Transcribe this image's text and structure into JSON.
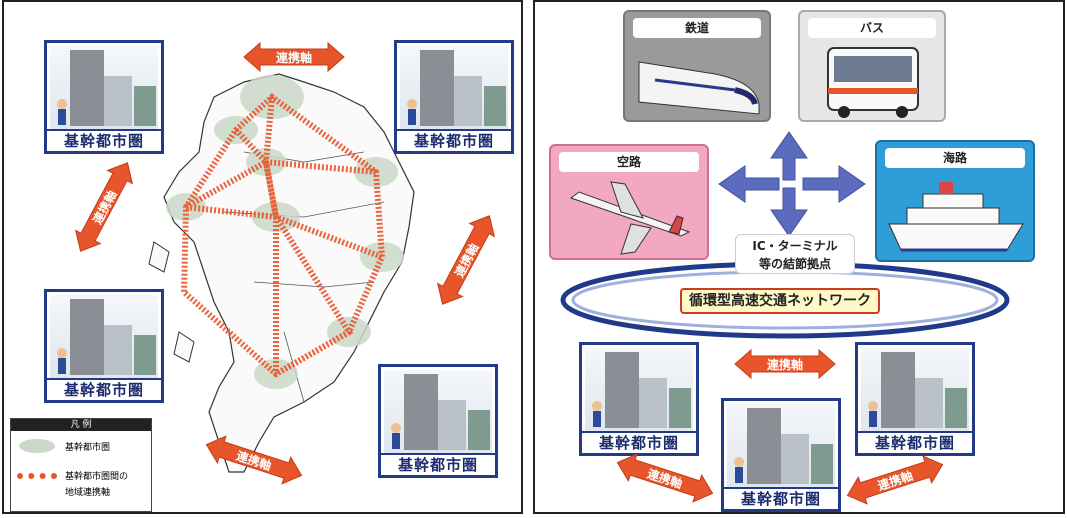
{
  "left_panel": {
    "city_label": "基幹都市圏",
    "axis_label": "連携軸",
    "legend": {
      "title": "凡 例",
      "item1": "基幹都市圏",
      "item2_line1": "基幹都市圏間の",
      "item2_line2": "地域連携軸"
    }
  },
  "right_panel": {
    "modes": {
      "rail": "鉄道",
      "bus": "バス",
      "air": "空路",
      "sea": "海路"
    },
    "hub_line1": "IC・ターミナル",
    "hub_line2": "等の結節拠点",
    "network_label": "循環型高速交通ネットワーク",
    "city_label": "基幹都市圏",
    "axis_label": "連携軸"
  },
  "colors": {
    "city_border": "#233a86",
    "axis_arrow": "#e8552a",
    "metro_area": "#c9d8c8",
    "rail_bg": "#9a9a9a",
    "bus_bg": "#e6e6e6",
    "air_bg": "#f2a8c0",
    "sea_bg": "#2f9ed8",
    "cross_arrow": "#4a5cb8",
    "network_ring": "#1f3a8a"
  }
}
